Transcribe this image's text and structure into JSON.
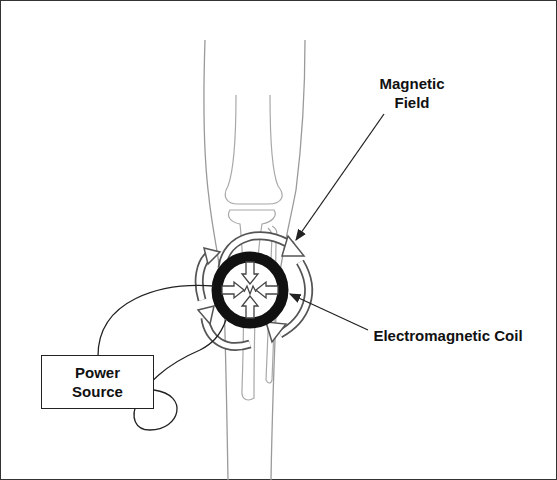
{
  "diagram": {
    "nodes": [
      {
        "text": [
          "Power Source"
        ]
      }
    ],
    "labels": [
      "Magnetic Field",
      "Electromagnetic Coil"
    ]
  }
}
